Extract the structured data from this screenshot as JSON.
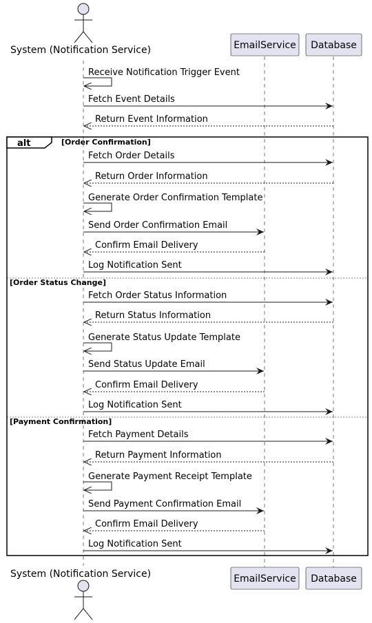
{
  "participants": {
    "system": {
      "label": "System (Notification Service)",
      "kind": "actor"
    },
    "email": {
      "label": "EmailService",
      "kind": "box"
    },
    "db": {
      "label": "Database",
      "kind": "box"
    }
  },
  "colors": {
    "participant_fill": "#e2e2f0",
    "participant_stroke": "#181818",
    "lifeline": "#181818",
    "line": "#181818",
    "background": "#ffffff"
  },
  "pre_messages": [
    {
      "from": "system",
      "to": "system",
      "text": "Receive Notification Trigger Event",
      "style": "solid"
    },
    {
      "from": "system",
      "to": "db",
      "text": "Fetch Event Details",
      "style": "solid"
    },
    {
      "from": "db",
      "to": "system",
      "text": "Return Event Information",
      "style": "dashed"
    }
  ],
  "alt_block": {
    "keyword": "alt",
    "sections": [
      {
        "guard": "[Order Confirmation]",
        "messages": [
          {
            "from": "system",
            "to": "db",
            "text": "Fetch Order Details",
            "style": "solid"
          },
          {
            "from": "db",
            "to": "system",
            "text": "Return Order Information",
            "style": "dashed"
          },
          {
            "from": "system",
            "to": "system",
            "text": "Generate Order Confirmation Template",
            "style": "solid"
          },
          {
            "from": "system",
            "to": "email",
            "text": "Send Order Confirmation Email",
            "style": "solid"
          },
          {
            "from": "email",
            "to": "system",
            "text": "Confirm Email Delivery",
            "style": "dashed"
          },
          {
            "from": "system",
            "to": "db",
            "text": "Log Notification Sent",
            "style": "solid"
          }
        ]
      },
      {
        "guard": "[Order Status Change]",
        "messages": [
          {
            "from": "system",
            "to": "db",
            "text": "Fetch Order Status Information",
            "style": "solid"
          },
          {
            "from": "db",
            "to": "system",
            "text": "Return Status Information",
            "style": "dashed"
          },
          {
            "from": "system",
            "to": "system",
            "text": "Generate Status Update Template",
            "style": "solid"
          },
          {
            "from": "system",
            "to": "email",
            "text": "Send Status Update Email",
            "style": "solid"
          },
          {
            "from": "email",
            "to": "system",
            "text": "Confirm Email Delivery",
            "style": "dashed"
          },
          {
            "from": "system",
            "to": "db",
            "text": "Log Notification Sent",
            "style": "solid"
          }
        ]
      },
      {
        "guard": "[Payment Confirmation]",
        "messages": [
          {
            "from": "system",
            "to": "db",
            "text": "Fetch Payment Details",
            "style": "solid"
          },
          {
            "from": "db",
            "to": "system",
            "text": "Return Payment Information",
            "style": "dashed"
          },
          {
            "from": "system",
            "to": "system",
            "text": "Generate Payment Receipt Template",
            "style": "solid"
          },
          {
            "from": "system",
            "to": "email",
            "text": "Send Payment Confirmation Email",
            "style": "solid"
          },
          {
            "from": "email",
            "to": "system",
            "text": "Confirm Email Delivery",
            "style": "dashed"
          },
          {
            "from": "system",
            "to": "db",
            "text": "Log Notification Sent",
            "style": "solid"
          }
        ]
      }
    ]
  }
}
